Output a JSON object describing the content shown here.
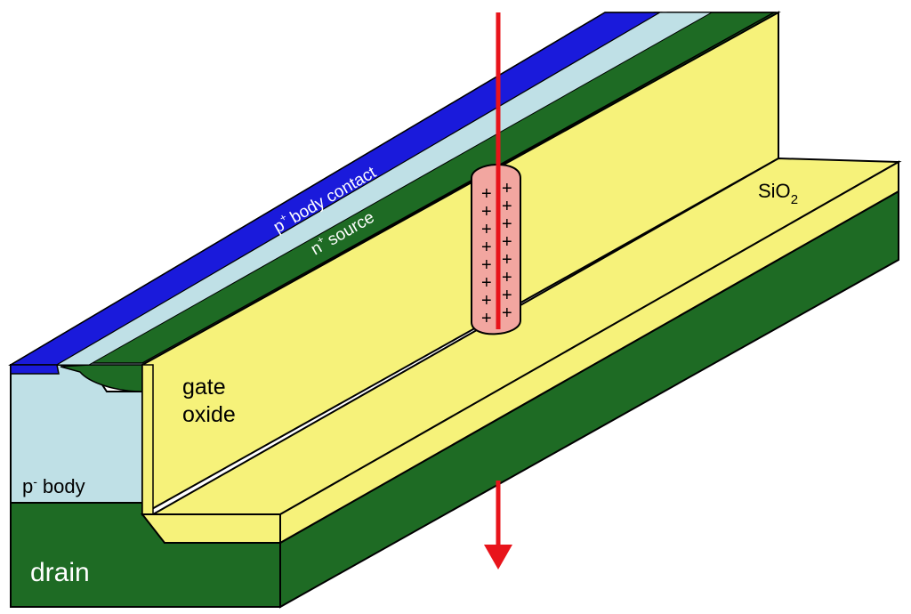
{
  "labels": {
    "body_contact": "body contact",
    "body_contact_sup": "+",
    "body_contact_prefix": "p",
    "source": "source",
    "source_sup": "+",
    "source_prefix": "n",
    "gate_oxide_line1": "gate",
    "gate_oxide_line2": "oxide",
    "oxide": "SiO",
    "oxide_sub": "2",
    "body": "body",
    "body_prefix": "p",
    "body_sup": "-",
    "drain": "drain",
    "charge_symbol": "+"
  },
  "colors": {
    "green": "#1e6b24",
    "yellow": "#f6f27a",
    "blue": "#1a1adb",
    "light_blue": "#bfe0e6",
    "charge_fill": "#f2a6a0",
    "arrow": "#e8141b",
    "outline": "#000000"
  }
}
